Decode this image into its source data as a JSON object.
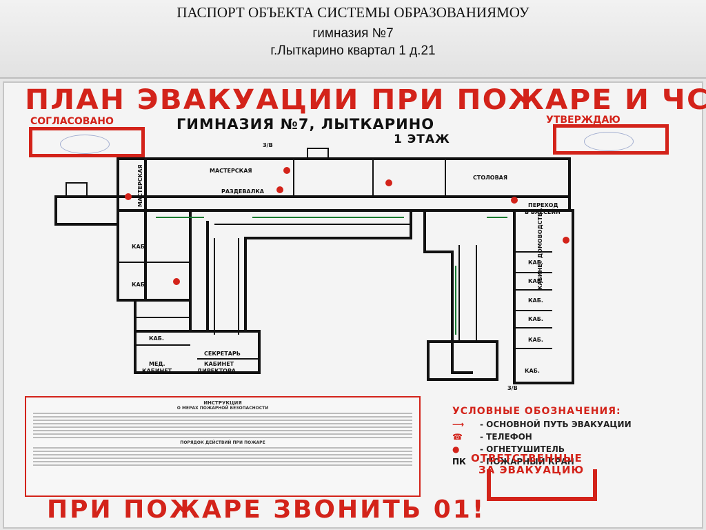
{
  "header": {
    "line1": "ПАСПОРТ ОБЪЕКТА СИСТЕМЫ ОБРАЗОВАНИЯМОУ",
    "line2": "гимназия №7",
    "line3": "г.Лыткарино квартал 1 д.21"
  },
  "board": {
    "title": "ПЛАН ЭВАКУАЦИИ ПРИ ПОЖАРЕ И ЧС",
    "school": "ГИМНАЗИЯ №7, ЛЫТКАРИНО",
    "floor": "1 ЭТАЖ",
    "agreed": "СОГЛАСОВАНО",
    "approve": "УТВЕРЖДАЮ"
  },
  "rooms": {
    "workshop": "МАСТЕРСКАЯ",
    "workshop_v": "МАСТЕРСКАЯ",
    "cloakroom": "РАЗДЕВАЛКА",
    "canteen": "СТОЛОВАЯ",
    "pool": "ПЕРЕХОД",
    "pool2": "В БАССЕЙН",
    "homekeeping": "КАБИНЕТ ДОМОВОДСТВА",
    "kab": "КАБ.",
    "secretary": "СЕКРЕТАРЬ",
    "med1": "МЕД.",
    "med2": "КАБИНЕТ",
    "dir1": "КАБИНЕТ",
    "dir2": "ДИРЕКТОРА",
    "exit": "З/В"
  },
  "instructions": {
    "title": "ИНСТРУКЦИЯ",
    "subtitle": "О МЕРАХ ПОЖАРНОЙ БЕЗОПАСНОСТИ",
    "section": "ПОРЯДОК ДЕЙСТВИЙ ПРИ ПОЖАРЕ"
  },
  "legend": {
    "title": "УСЛОВНЫЕ ОБОЗНАЧЕНИЯ:",
    "items": [
      {
        "symbol": "⟶",
        "label": "- ОСНОВНОЙ ПУТЬ ЭВАКУАЦИИ"
      },
      {
        "symbol": "☎",
        "label": "- ТЕЛЕФОН"
      },
      {
        "symbol": "●",
        "label": "- ОГНЕТУШИТЕЛЬ"
      },
      {
        "symbol": "ПК",
        "label": "- ПОЖАРНЫЙ КРАН"
      }
    ],
    "resp1": "ОТВЕТСТВЕННЫЕ",
    "resp2": "ЗА ЭВАКУАЦИЮ"
  },
  "footer": "ПРИ ПОЖАРЕ ЗВОНИТЬ 01!",
  "colors": {
    "accent": "#d3231a",
    "wall": "#111111",
    "corridor": "#ffffff"
  }
}
